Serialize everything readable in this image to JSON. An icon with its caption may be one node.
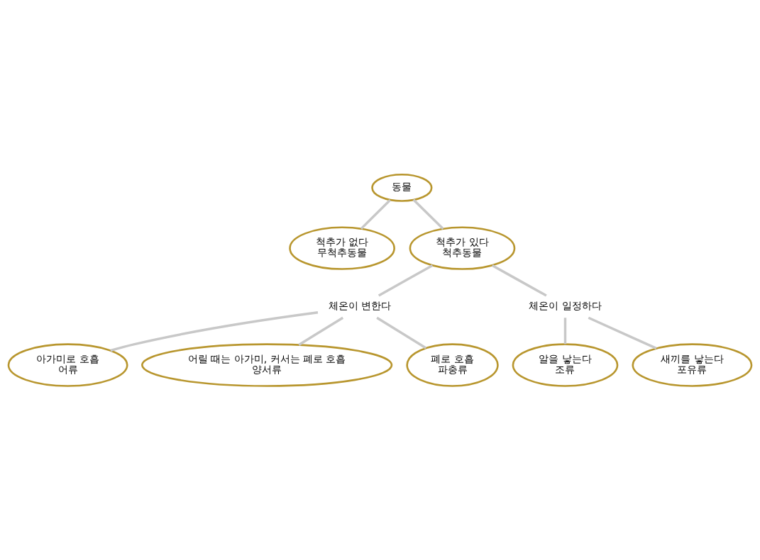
{
  "diagram": {
    "nodes": [
      {
        "text": [
          "동물"
        ]
      },
      {
        "text": [
          "척추가 없다",
          "무척추동물"
        ]
      },
      {
        "text": [
          "척추가 있다",
          "척추동물"
        ]
      },
      {
        "text": [
          "체온이 변한다"
        ]
      },
      {
        "text": [
          "체온이 일정하다"
        ]
      },
      {
        "text": [
          "아가미로 호흡",
          "어류"
        ]
      },
      {
        "text": [
          "어릴 때는 아가미, 커서는 폐로 호흡",
          "양서류"
        ]
      },
      {
        "text": [
          "폐로 호흡",
          "파충류"
        ]
      },
      {
        "text": [
          "알을 낳는다",
          "조류"
        ]
      },
      {
        "text": [
          "새끼를 낳는다",
          "포유류"
        ]
      }
    ],
    "edges": [
      {
        "from": 0,
        "to": 1,
        "arrow": "none"
      },
      {
        "from": 0,
        "to": 2,
        "arrow": "none"
      },
      {
        "from": 2,
        "to": 3,
        "arrow": "none"
      },
      {
        "from": 2,
        "to": 4,
        "arrow": "none"
      },
      {
        "from": 3,
        "to": 5,
        "arrow": "none"
      },
      {
        "from": 3,
        "to": 6,
        "arrow": "none"
      },
      {
        "from": 3,
        "to": 7,
        "arrow": "none"
      },
      {
        "from": 4,
        "to": 8,
        "arrow": "none"
      },
      {
        "from": 4,
        "to": 9,
        "arrow": "none"
      }
    ]
  }
}
